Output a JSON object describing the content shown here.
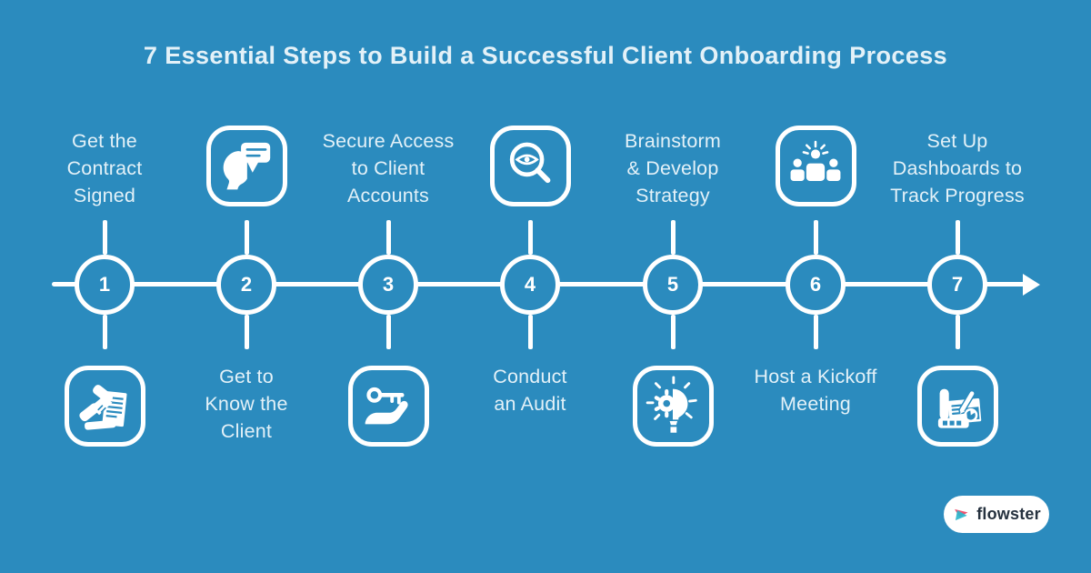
{
  "title": "7 Essential Steps to Build a Successful Client Onboarding Process",
  "steps": [
    {
      "number": "1",
      "label": "Get the\nContract\nSigned",
      "label_position": "above",
      "icon": "handshake-contract-icon",
      "icon_position": "below"
    },
    {
      "number": "2",
      "label": "Get to\nKnow the\nClient",
      "label_position": "below",
      "icon": "client-communication-icon",
      "icon_position": "above"
    },
    {
      "number": "3",
      "label": "Secure Access\nto Client\nAccounts",
      "label_position": "above",
      "icon": "key-in-hand-icon",
      "icon_position": "below"
    },
    {
      "number": "4",
      "label": "Conduct\nan Audit",
      "label_position": "below",
      "icon": "magnifier-eye-audit-icon",
      "icon_position": "above"
    },
    {
      "number": "5",
      "label": "Brainstorm\n& Develop\nStrategy",
      "label_position": "above",
      "icon": "idea-lightbulb-gear-icon",
      "icon_position": "below"
    },
    {
      "number": "6",
      "label": "Host a Kickoff\nMeeting",
      "label_position": "below",
      "icon": "team-meeting-icon",
      "icon_position": "above"
    },
    {
      "number": "7",
      "label": "Set Up\nDashboards to\nTrack Progress",
      "label_position": "above",
      "icon": "progress-dashboard-icon",
      "icon_position": "below"
    }
  ],
  "timeline": {
    "direction": "left-to-right",
    "arrow": "right"
  },
  "brand": {
    "name": "flowster"
  },
  "colors": {
    "background": "#2B8BBE",
    "line": "#FFFFFF",
    "text": "#E3F1F8",
    "badge_background": "#FFFFFF",
    "brand_text": "#26323F",
    "brand_pink": "#EF5370",
    "brand_teal": "#2BB7CD"
  }
}
